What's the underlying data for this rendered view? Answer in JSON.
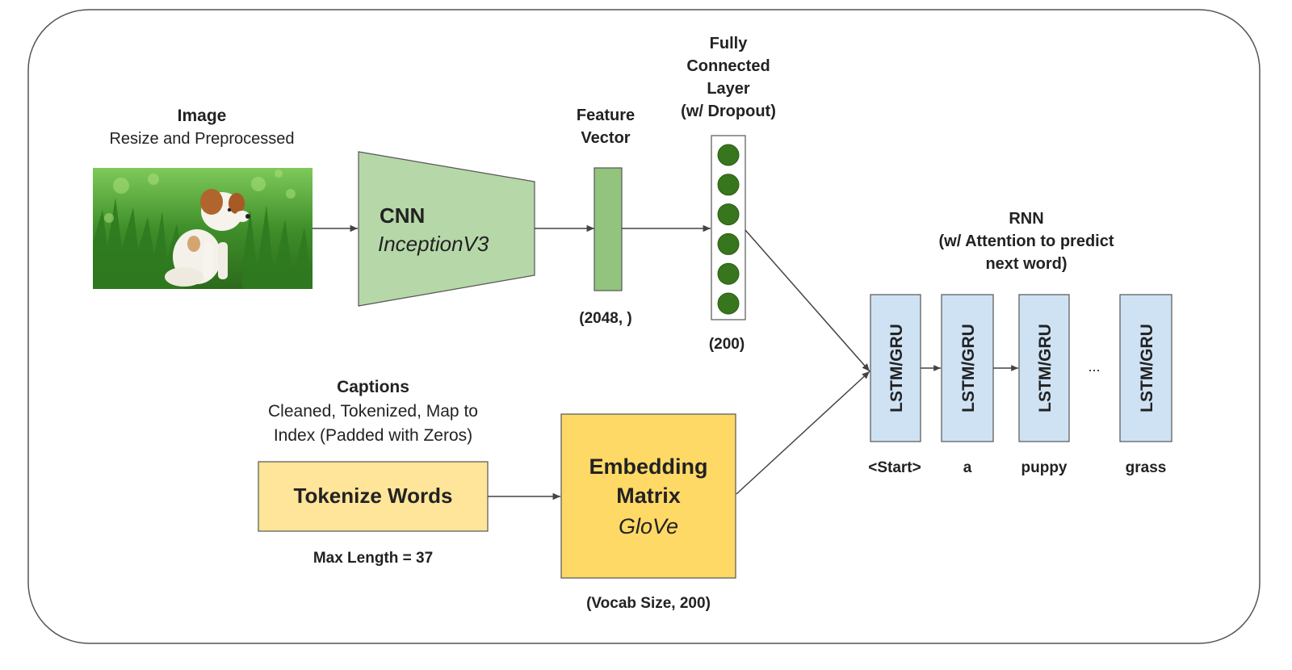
{
  "colors": {
    "cnn_fill": "#b6d7a8",
    "feature_fill": "#93c47d",
    "neuron_fill": "#38761d",
    "rnn_cell_fill": "#cfe2f3",
    "tokenize_fill": "#ffe599",
    "embedding_fill": "#ffd966",
    "border": "#444444"
  },
  "image_block": {
    "title": "Image",
    "subtitle": "Resize and Preprocessed",
    "picture": "puppy sitting in green grass"
  },
  "cnn": {
    "title": "CNN",
    "subtitle": "InceptionV3"
  },
  "feature_vector": {
    "title_line1": "Feature",
    "title_line2": "Vector",
    "shape": "(2048, )"
  },
  "fc_layer": {
    "title_line1": "Fully",
    "title_line2": "Connected",
    "title_line3": "Layer",
    "title_line4": "(w/ Dropout)",
    "shape": "(200)",
    "neuron_count": 6
  },
  "rnn": {
    "title_line1": "RNN",
    "title_line2": "(w/ Attention to predict",
    "title_line3": "next word)",
    "cells": [
      {
        "label": "LSTM/GRU",
        "word": "<Start>"
      },
      {
        "label": "LSTM/GRU",
        "word": "a"
      },
      {
        "label": "LSTM/GRU",
        "word": "puppy"
      },
      {
        "label": "LSTM/GRU",
        "word": "grass"
      }
    ],
    "ellipsis": "..."
  },
  "captions": {
    "title": "Captions",
    "desc_line1": "Cleaned, Tokenized, Map to",
    "desc_line2": "Index (Padded with Zeros)"
  },
  "tokenize": {
    "label": "Tokenize Words",
    "note": "Max Length = 37"
  },
  "embedding": {
    "title_line1": "Embedding",
    "title_line2": "Matrix",
    "subtitle": "GloVe",
    "shape": "(Vocab Size, 200)"
  }
}
